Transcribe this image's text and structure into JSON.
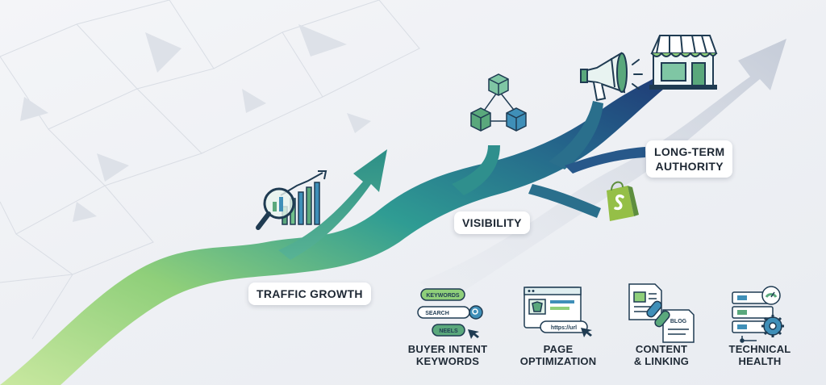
{
  "stages": {
    "traffic_growth": "TRAFFIC GROWTH",
    "visibility": "VISIBILITY",
    "long_term_line1": "LONG-TERM",
    "long_term_line2": "AUTHORITY"
  },
  "features": [
    {
      "line1": "BUYER INTENT",
      "line2": "KEYWORDS",
      "icon": "keyword-search-icon",
      "mini": {
        "a": "KEYWORDS",
        "b": "SEARCH",
        "c": "NEELS"
      }
    },
    {
      "line1": "PAGE",
      "line2": "OPTIMIZATION",
      "icon": "browser-page-icon",
      "mini": {
        "a": "https://url"
      }
    },
    {
      "line1": "CONTENT",
      "line2": "& LINKING",
      "icon": "document-link-icon",
      "mini": {
        "a": "BLOG"
      }
    },
    {
      "line1": "TECHNICAL",
      "line2": "HEALTH",
      "icon": "server-gear-icon"
    }
  ],
  "icons": [
    "magnifier-chart-icon",
    "cube-network-icon",
    "megaphone-icon",
    "storefront-icon",
    "shopify-bag-icon"
  ],
  "colors": {
    "green": "#9dd27a",
    "teal": "#2f9c93",
    "navy": "#1f3a73",
    "ink": "#1f2a36",
    "accent_blue": "#3f8fb8"
  }
}
